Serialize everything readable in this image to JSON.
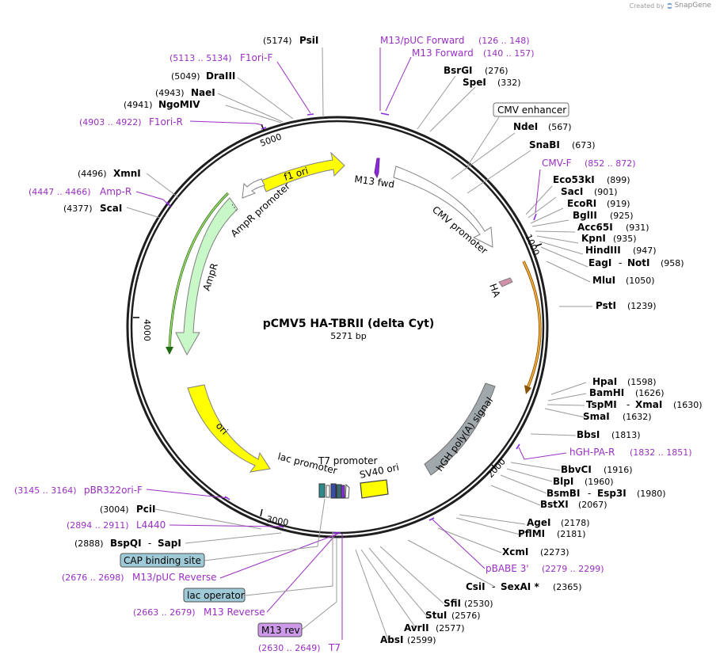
{
  "watermark": {
    "prefix": "Created by",
    "brand": "SnapGene"
  },
  "plasmid": {
    "name": "pCMV5 HA-TBRII (delta Cyt)",
    "length": "5271 bp"
  },
  "colors": {
    "backbone": "#1e1e1e",
    "enzyme": "#000000",
    "primer": "#9a2fc3",
    "feature_outline": "#808080",
    "ori": "#ffff00",
    "ampr": "#c8f8c8",
    "promoter": "#ffffff",
    "polyA": "#a0a8ac",
    "ha": "#d090a8",
    "cap": "#9ecad8",
    "m13rev_box": "#cc9ae8",
    "orange": "#f4a020"
  },
  "ruler": [
    "1000",
    "2000",
    "3000",
    "4000",
    "5000"
  ],
  "enzymes": [
    {
      "pos": "(5174)",
      "name": "PsiI",
      "pos_first": true
    },
    {
      "pos": "(276)",
      "name": "BsrGI"
    },
    {
      "pos": "(332)",
      "name": "SpeI"
    },
    {
      "pos": "(567)",
      "name": "NdeI"
    },
    {
      "pos": "(673)",
      "name": "SnaBI"
    },
    {
      "pos": "(899)",
      "name": "Eco53kI"
    },
    {
      "pos": "(901)",
      "name": "SacI"
    },
    {
      "pos": "(919)",
      "name": "EcoRI"
    },
    {
      "pos": "(925)",
      "name": "BglII"
    },
    {
      "pos": "(931)",
      "name": "Acc65I"
    },
    {
      "pos": "(935)",
      "name": "KpnI"
    },
    {
      "pos": "(947)",
      "name": "HindIII"
    },
    {
      "pos": "(958)",
      "name": "EagI",
      "name2": "NotI"
    },
    {
      "pos": "(1050)",
      "name": "MluI"
    },
    {
      "pos": "(1239)",
      "name": "PstI"
    },
    {
      "pos": "(1598)",
      "name": "HpaI"
    },
    {
      "pos": "(1626)",
      "name": "BamHI"
    },
    {
      "pos": "(1630)",
      "name": "TspMI",
      "name2": "XmaI"
    },
    {
      "pos": "(1632)",
      "name": "SmaI"
    },
    {
      "pos": "(1813)",
      "name": "BbsI"
    },
    {
      "pos": "(1916)",
      "name": "BbvCI"
    },
    {
      "pos": "(1960)",
      "name": "BlpI"
    },
    {
      "pos": "(1980)",
      "name": "BsmBI",
      "name2": "Esp3I"
    },
    {
      "pos": "(2067)",
      "name": "BstXI"
    },
    {
      "pos": "(2178)",
      "name": "AgeI"
    },
    {
      "pos": "(2181)",
      "name": "PflMI"
    },
    {
      "pos": "(2273)",
      "name": "XcmI"
    },
    {
      "pos": "(2365)",
      "name": "CsiI",
      "name2": "SexAI *"
    },
    {
      "pos": "(2530)",
      "name": "SfiI"
    },
    {
      "pos": "(2576)",
      "name": "StuI"
    },
    {
      "pos": "(2577)",
      "name": "AvrII"
    },
    {
      "pos": "(2599)",
      "name": "AbsI"
    },
    {
      "pos": "(5049)",
      "name": "DraIII",
      "pos_first": true
    },
    {
      "pos": "(4943)",
      "name": "NaeI",
      "pos_first": true
    },
    {
      "pos": "(4941)",
      "name": "NgoMIV",
      "pos_first": true
    },
    {
      "pos": "(4496)",
      "name": "XmnI",
      "pos_first": true
    },
    {
      "pos": "(4377)",
      "name": "ScaI",
      "pos_first": true
    },
    {
      "pos": "(3004)",
      "name": "PciI",
      "pos_first": true
    },
    {
      "pos": "(2888)",
      "name": "BspQI",
      "name2": "SapI",
      "pos_first": true
    }
  ],
  "primers": [
    {
      "name": "M13/pUC Forward",
      "range": "(126 .. 148)"
    },
    {
      "name": "M13 Forward",
      "range": "(140 .. 157)"
    },
    {
      "name": "CMV-F",
      "range": "(852 .. 872)"
    },
    {
      "name": "hGH-PA-R",
      "range": "(1832 .. 1851)"
    },
    {
      "name": "pBABE 3'",
      "range": "(2279 .. 2299)"
    },
    {
      "name": "F1ori-F",
      "range": "(5113 .. 5134)"
    },
    {
      "name": "F1ori-R",
      "range": "(4903 .. 4922)"
    },
    {
      "name": "Amp-R",
      "range": "(4447 .. 4466)"
    },
    {
      "name": "pBR322ori-F",
      "range": "(3145 .. 3164)"
    },
    {
      "name": "L4440",
      "range": "(2894 .. 2911)"
    },
    {
      "name": "M13/pUC Reverse",
      "range": "(2676 .. 2698)"
    },
    {
      "name": "M13 Reverse",
      "range": "(2663 .. 2679)"
    },
    {
      "name": "T7",
      "range": "(2630 .. 2649)"
    }
  ],
  "boxed_features": {
    "cmv_enhancer": "CMV enhancer",
    "cap": "CAP binding site",
    "lac_operator": "lac operator",
    "m13_rev": "M13 rev"
  },
  "features": {
    "f1_ori": "f1 ori",
    "ampr_promoter": "AmpR promoter",
    "ampr": "AmpR",
    "ori": "ori",
    "m13_fwd": "M13 fwd",
    "cmv_promoter": "CMV promoter",
    "ha": "HA",
    "hgh_polya": "hGH poly(A) signal",
    "sv40_ori": "SV40 ori",
    "t7_promoter": "T7 promoter",
    "lac_promoter": "lac promoter"
  }
}
